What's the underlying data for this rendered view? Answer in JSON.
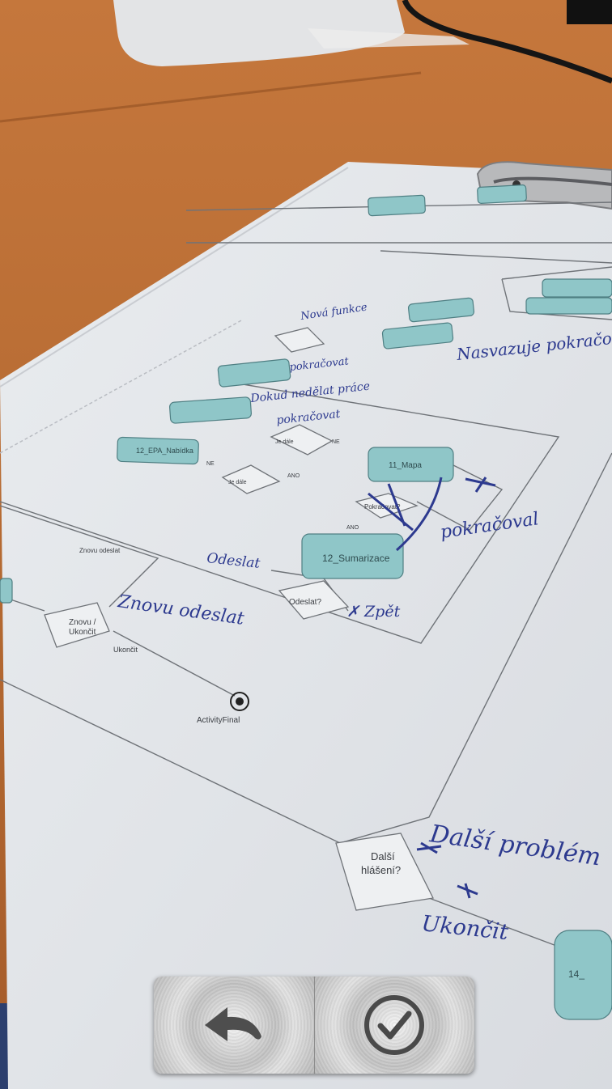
{
  "photo": {
    "diagram_labels": [
      "Nasvazuje pokračování",
      "Nová funkce",
      "pokračovat",
      "Dokud nedělat práce pokračovat",
      "12_EPA_Nabídka",
      "11_Mapa",
      "12_Sumarizace",
      "Je dále nabídka?",
      "Je dále nabídka?",
      "Pokračovat?",
      "ANO",
      "NE",
      "ANO",
      "ANO",
      "pokračoval",
      "Odeslat",
      "Odeslat?",
      "Zpět",
      "Znovu odeslat",
      "Znovu / Ukončit",
      "Znovu odeslat",
      "Ukončit",
      "ActivityFinal",
      "Další problém",
      "Další hlášení?",
      "Ukončit",
      "14_"
    ]
  },
  "toolbar": {
    "back_icon": "undo-arrow-icon",
    "confirm_icon": "check-circle-icon"
  }
}
